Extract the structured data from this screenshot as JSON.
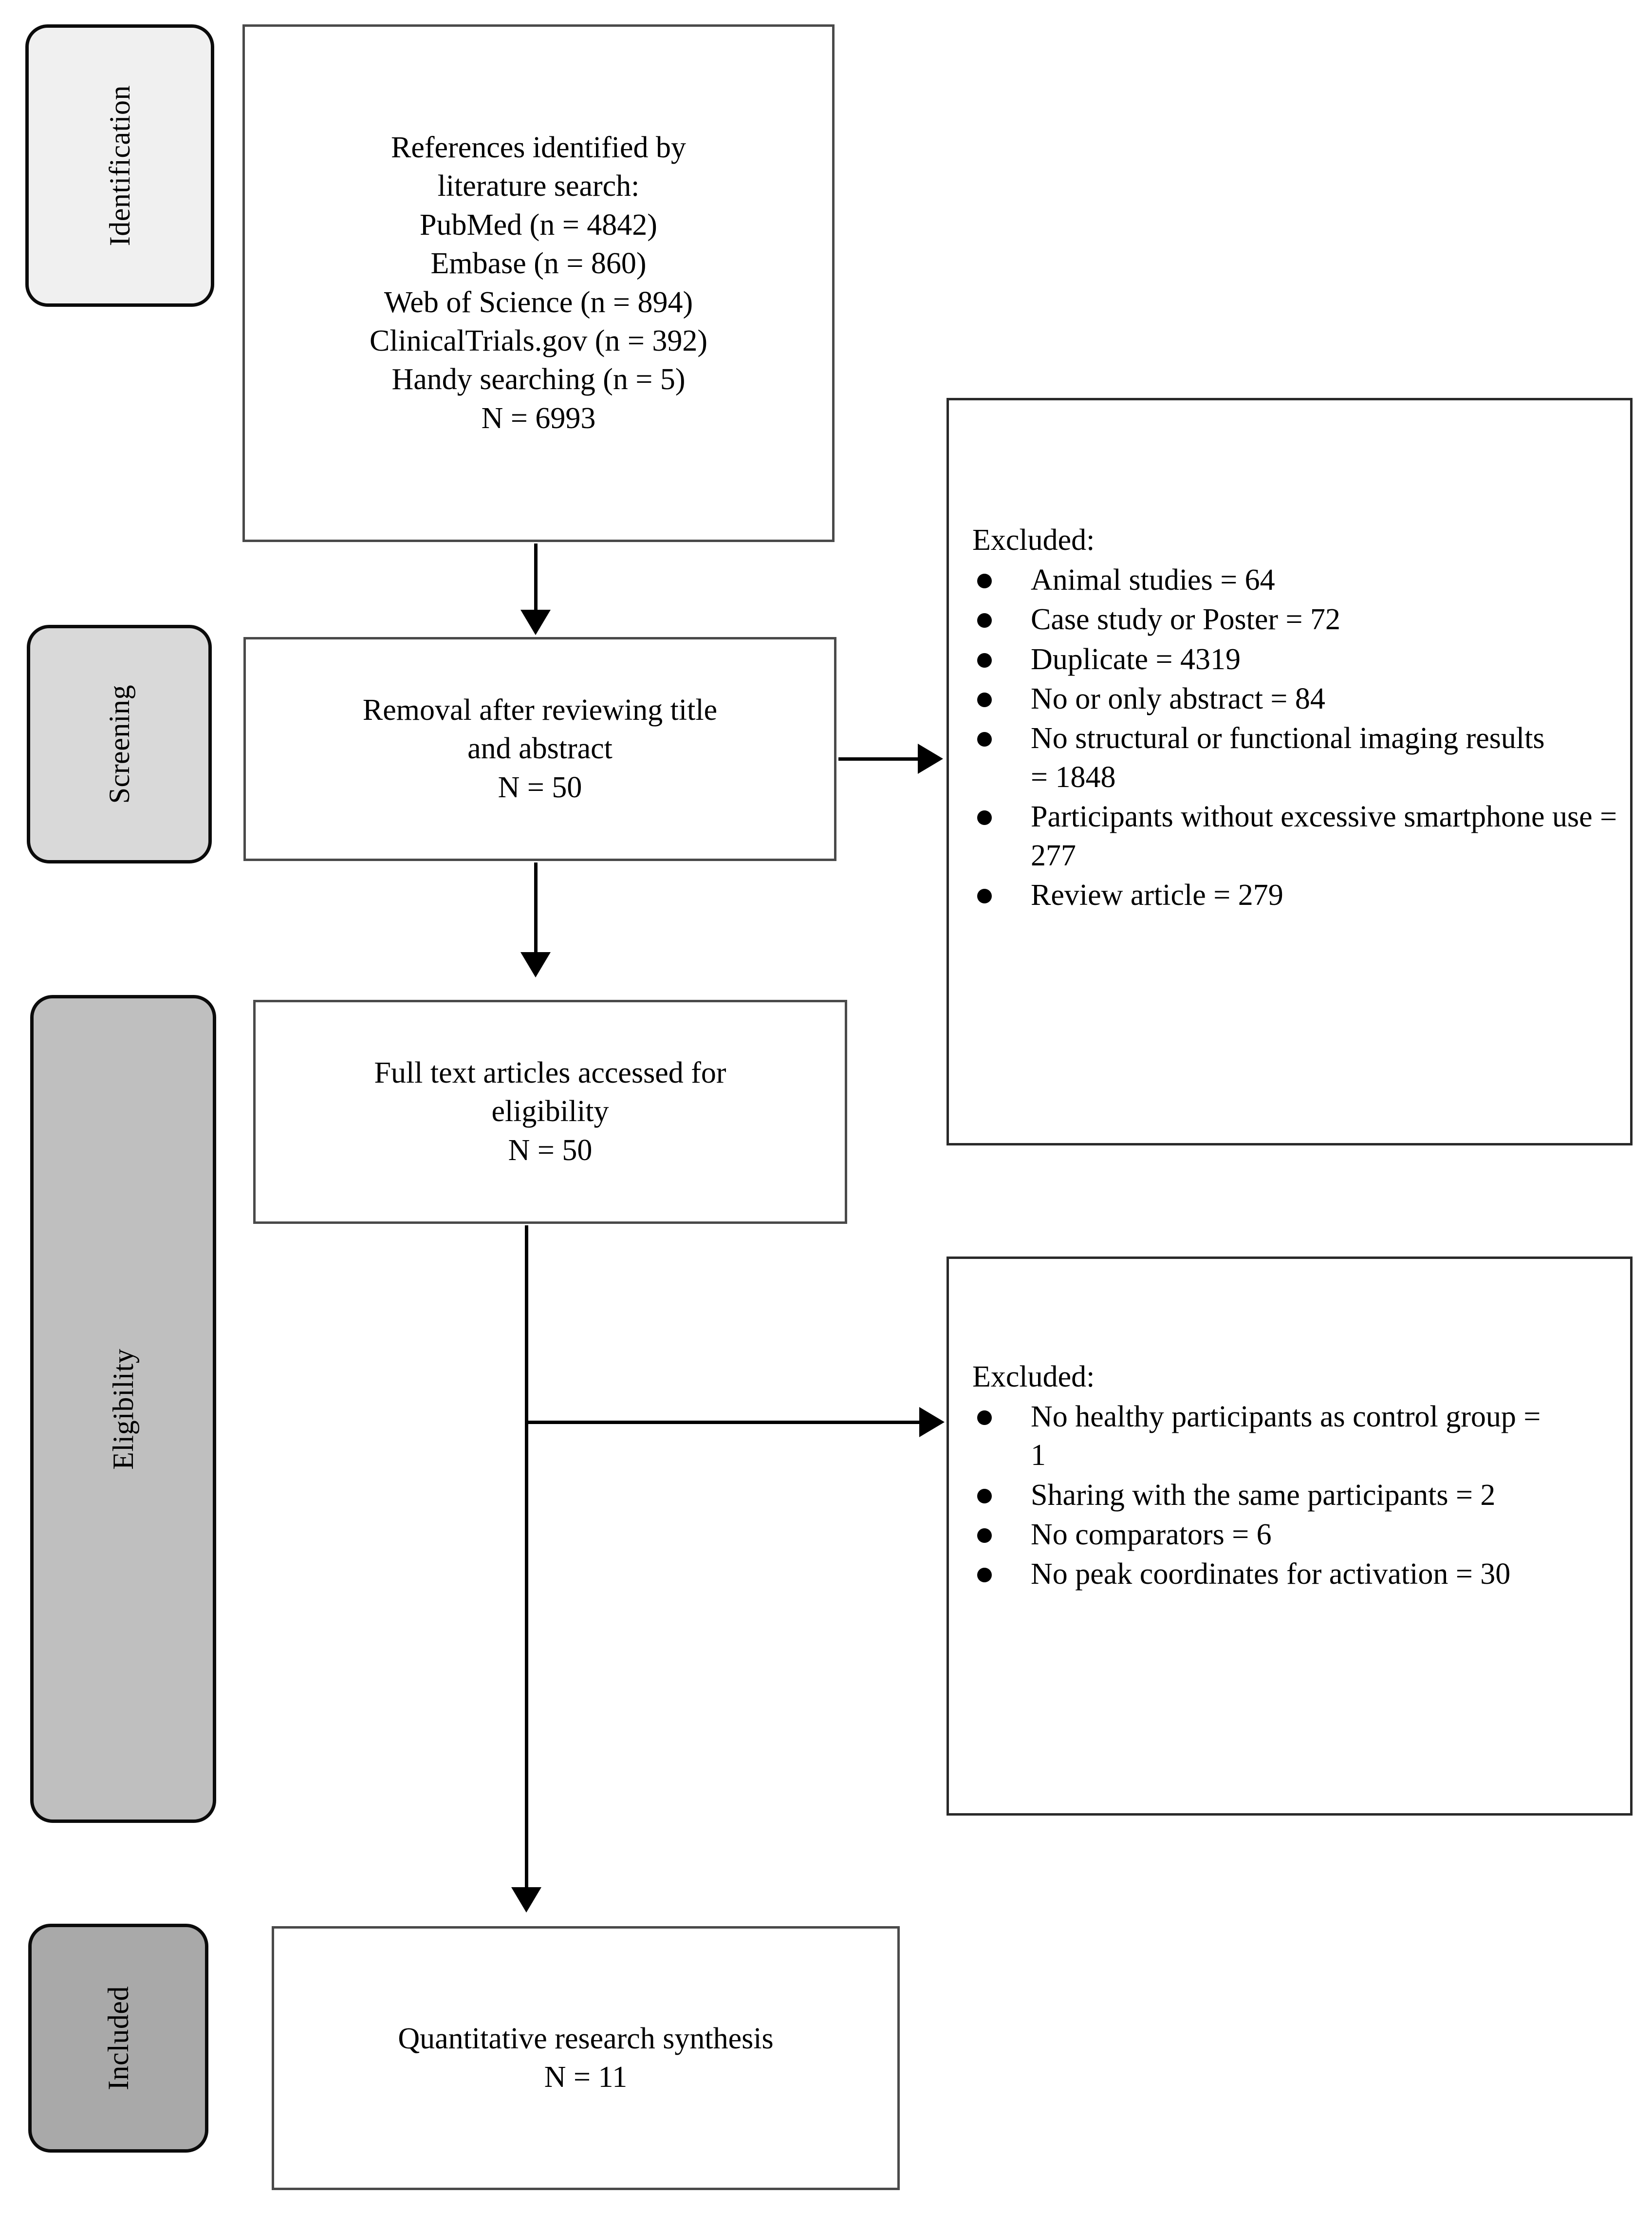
{
  "diagram": {
    "title": "PRISMA study selection flow diagram",
    "type": "prisma-flow-diagram",
    "colors": {
      "identification_fill": "#f0f0f0",
      "screening_fill": "#d9d9d9",
      "eligibility_fill": "#bfbfbf",
      "included_fill": "#a9a9a9",
      "box_border": "#4a4a4a",
      "stage_border": "#0b0b0b",
      "connector": "#000000",
      "background": "#ffffff",
      "text": "#000000"
    }
  },
  "stages": [
    {
      "id": "identification",
      "label": "Identification"
    },
    {
      "id": "screening",
      "label": "Screening"
    },
    {
      "id": "eligibility",
      "label": "Eligibility"
    },
    {
      "id": "included",
      "label": "Included"
    }
  ],
  "flow_boxes": {
    "identified": {
      "lines": [
        "References identified by",
        "literature search:",
        "PubMed (n = 4842)",
        "Embase (n = 860)",
        "Web of Science (n = 894)",
        "ClinicalTrials.gov (n = 392)",
        "Handy searching (n = 5)",
        "N = 6993"
      ]
    },
    "screened": {
      "lines": [
        "Removal after reviewing title",
        "and abstract",
        "N = 50"
      ]
    },
    "fulltext": {
      "lines": [
        "Full text articles accessed for",
        "eligibility",
        "N = 50"
      ]
    },
    "included": {
      "lines": [
        "Quantitative research synthesis",
        "N = 11"
      ]
    }
  },
  "exclusions": {
    "screening": {
      "heading": "Excluded:",
      "items": [
        "Animal studies = 64",
        "Case study or Poster = 72",
        "Duplicate = 4319",
        "No or only abstract = 84",
        "No structural or functional imaging results = 1848",
        "Participants without excessive smartphone use = 277",
        "Review article = 279"
      ]
    },
    "eligibility": {
      "heading": "Excluded:",
      "items": [
        "No healthy participants as control group = 1",
        "Sharing with the same participants = 2",
        "No comparators = 6",
        "No peak coordinates for activation = 30"
      ]
    }
  },
  "counts": {
    "pubmed": 4842,
    "embase": 860,
    "web_of_science": 894,
    "clinicaltrials_gov": 392,
    "handy_searching": 5,
    "total_identified": 6993,
    "after_title_abstract": 50,
    "full_text_assessed": 50,
    "final_included": 11,
    "excluded_animal_studies": 64,
    "excluded_case_or_poster": 72,
    "excluded_duplicate": 4319,
    "excluded_no_or_only_abstract": 84,
    "excluded_no_imaging_results": 1848,
    "excluded_no_excessive_use": 277,
    "excluded_review_article": 279,
    "excluded_no_healthy_controls": 1,
    "excluded_shared_participants": 2,
    "excluded_no_comparators": 6,
    "excluded_no_peak_coordinates": 30
  }
}
